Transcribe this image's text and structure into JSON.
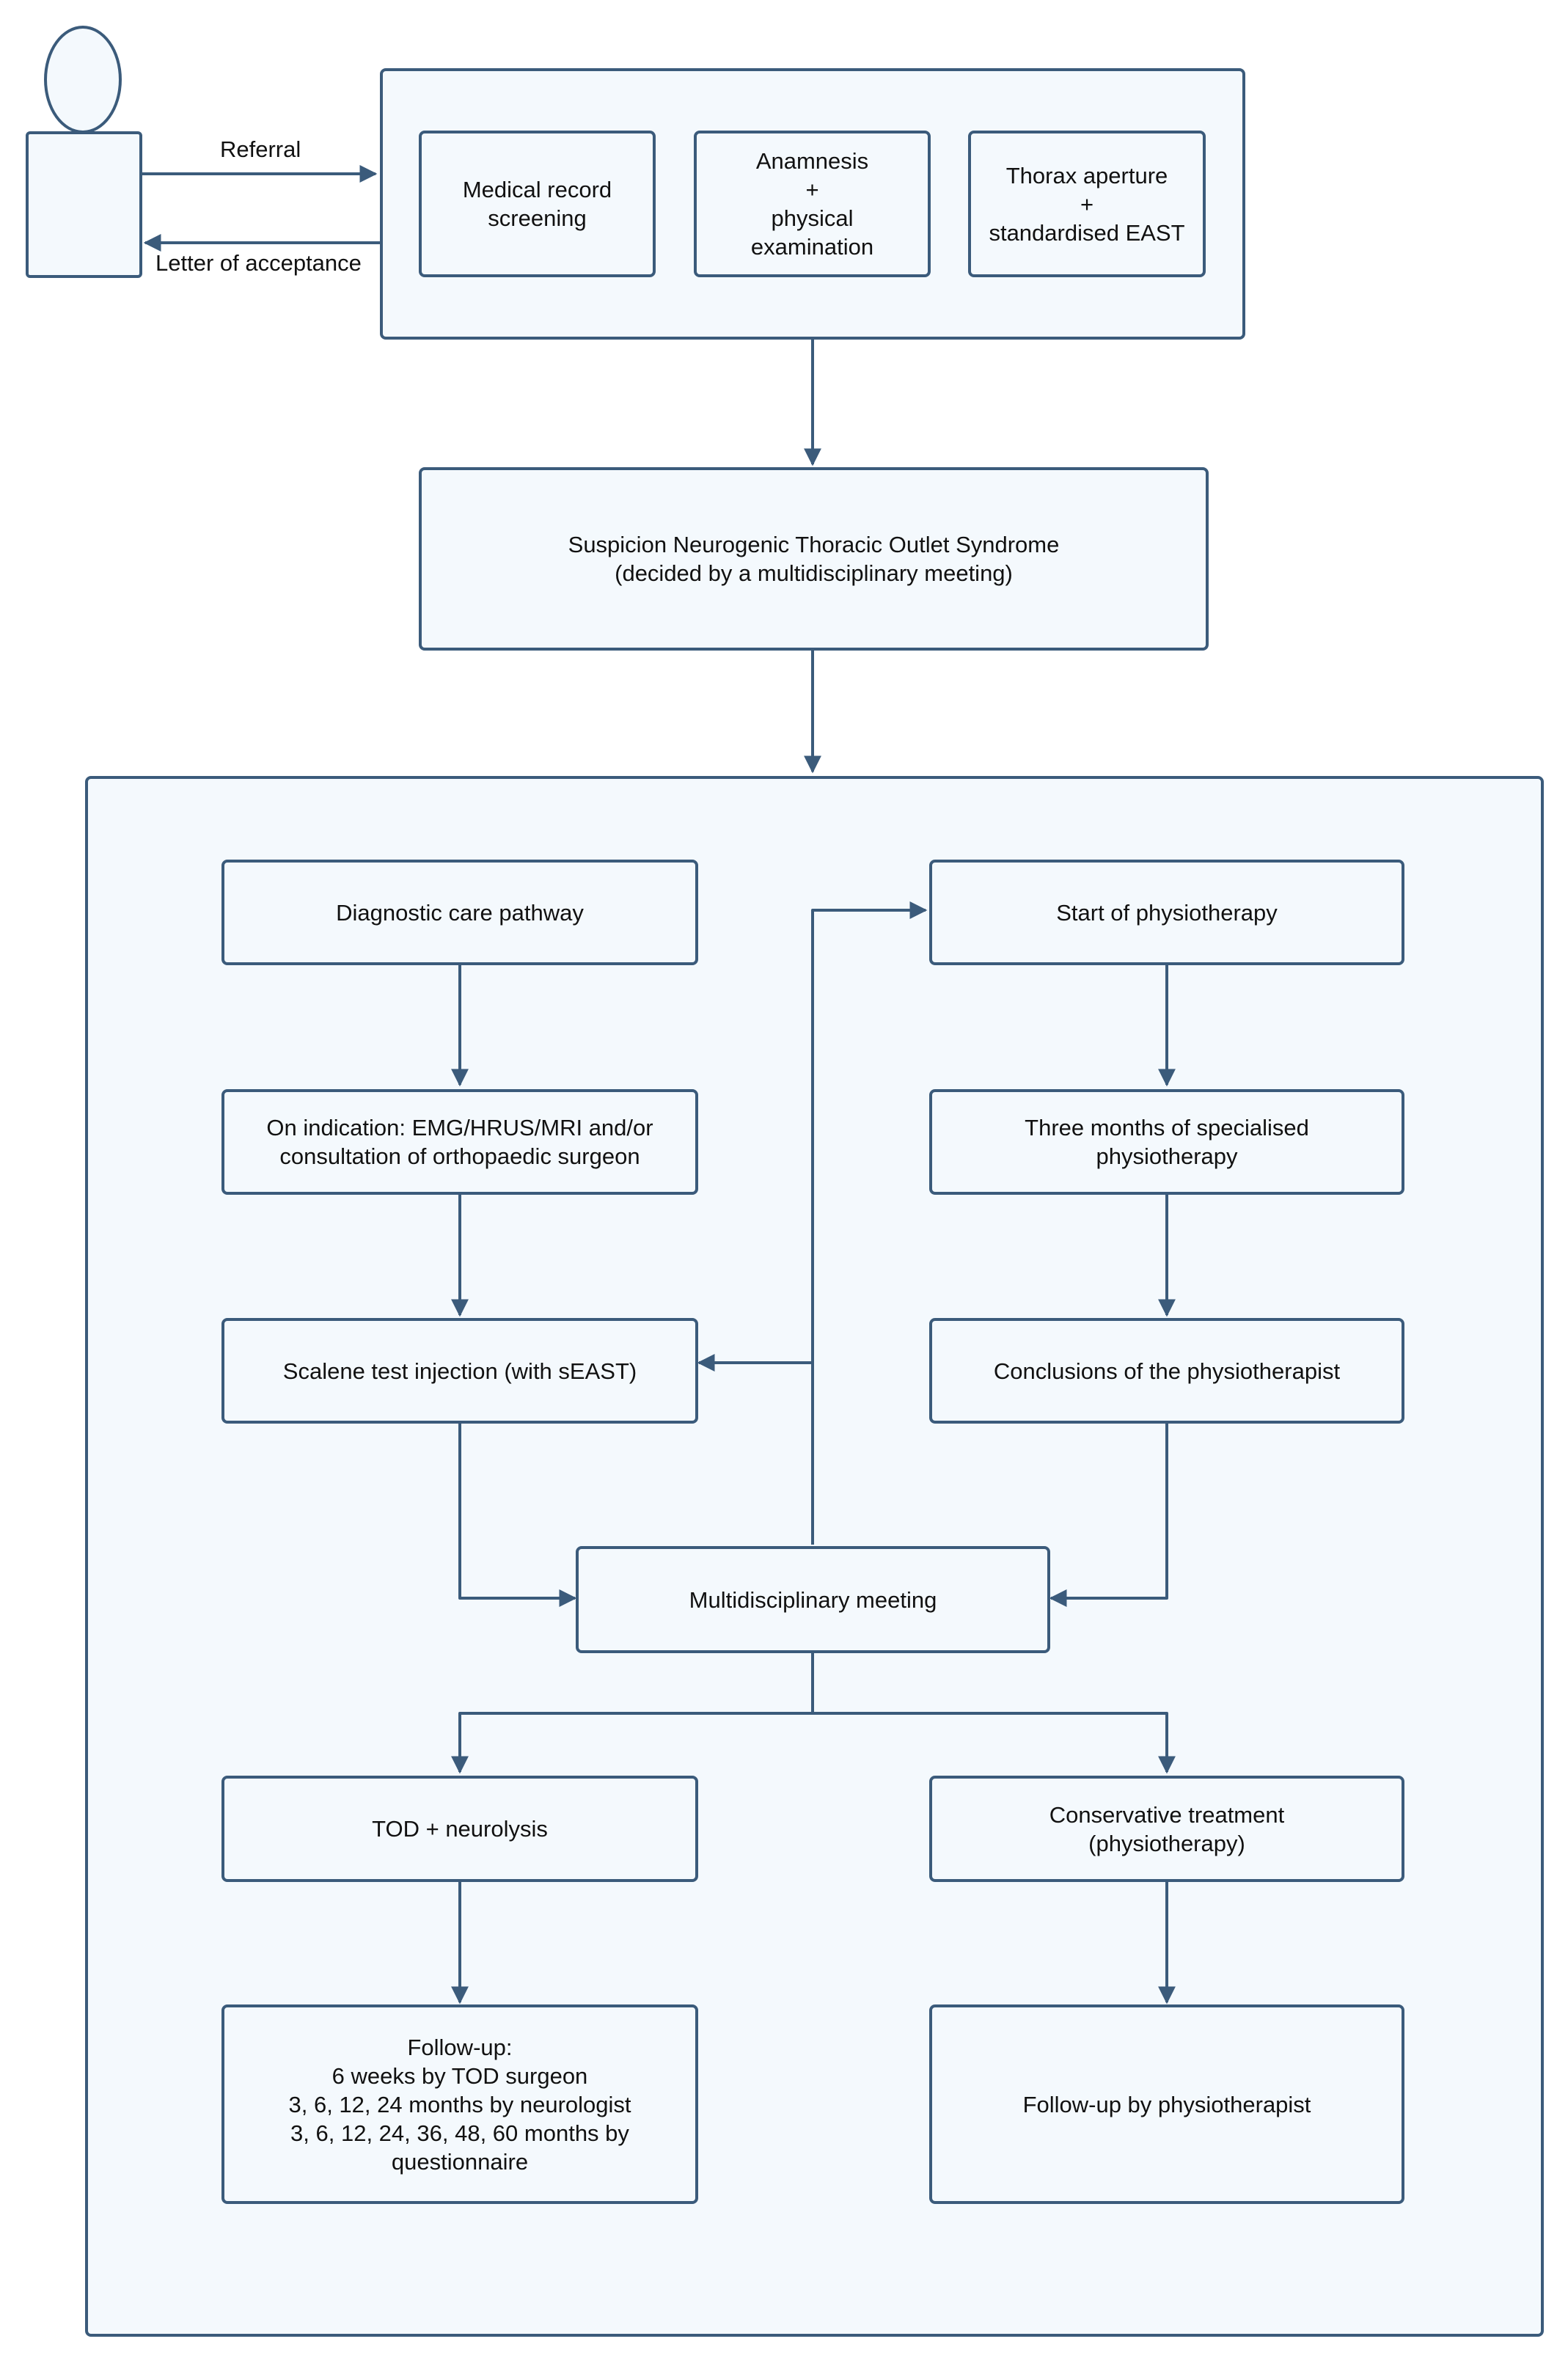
{
  "colors": {
    "stroke": "#3b5b7b",
    "fill": "#f4f9fd",
    "text": "#111111"
  },
  "icons": {
    "actor": "person-icon"
  },
  "edges": {
    "referral": "Referral",
    "letter": "Letter of acceptance"
  },
  "intake": {
    "medical_record": "Medical record\nscreening",
    "anamnesis": "Anamnesis\n+\nphysical\nexamination",
    "thorax": "Thorax aperture\n+\nstandardised EAST"
  },
  "suspicion": "Suspicion Neurogenic Thoracic Outlet Syndrome\n(decided by a multidisciplinary meeting)",
  "pathway": {
    "diagnostic": "Diagnostic care pathway",
    "indication": "On indication: EMG/HRUS/MRI and/or\nconsultation of orthopaedic surgeon",
    "scalene": "Scalene test injection (with sEAST)",
    "start_physio": "Start of physiotherapy",
    "three_months": "Three months of specialised\nphysiotherapy",
    "conclusions": "Conclusions of the physiotherapist",
    "mdm": "Multidisciplinary meeting",
    "tod": "TOD + neurolysis",
    "conservative": "Conservative treatment\n(physiotherapy)",
    "followup_tod": "Follow-up:\n6 weeks by TOD surgeon\n3, 6, 12, 24 months by neurologist\n3, 6, 12, 24, 36, 48, 60 months by\nquestionnaire",
    "followup_physio": "Follow-up by physiotherapist"
  }
}
